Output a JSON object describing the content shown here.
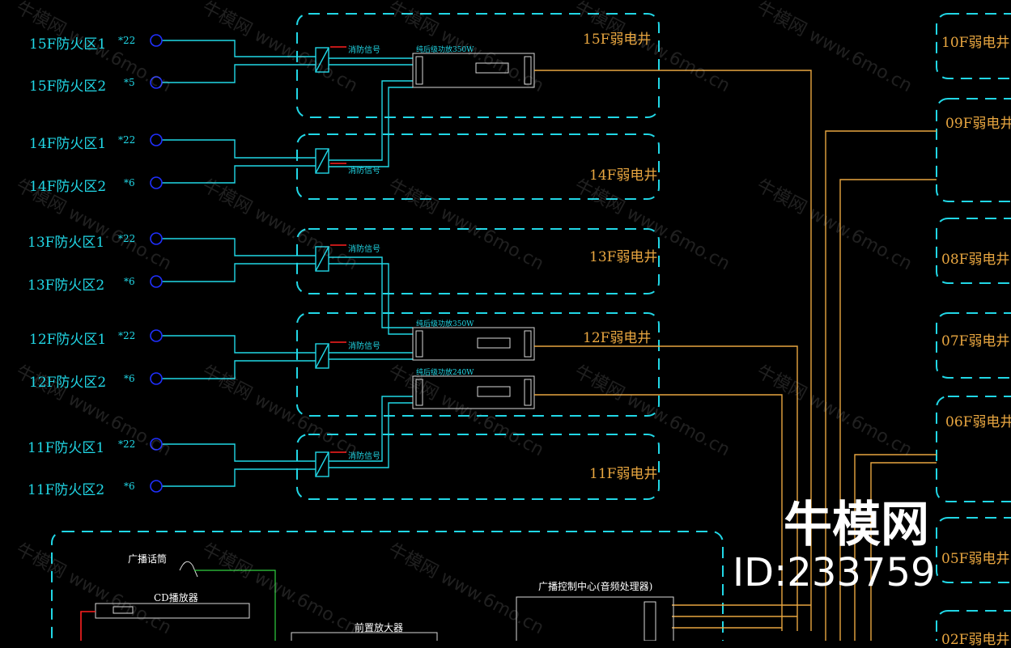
{
  "zones": [
    {
      "floor": "15F",
      "z1": "15F防火区1",
      "c1": "*22",
      "z2": "15F防火区2",
      "c2": "*5"
    },
    {
      "floor": "14F",
      "z1": "14F防火区1",
      "c1": "*22",
      "z2": "14F防火区2",
      "c2": "*6"
    },
    {
      "floor": "13F",
      "z1": "13F防火区1",
      "c1": "*22",
      "z2": "13F防火区2",
      "c2": "*6"
    },
    {
      "floor": "12F",
      "z1": "12F防火区1",
      "c1": "*22",
      "z2": "12F防火区2",
      "c2": "*6"
    },
    {
      "floor": "11F",
      "z1": "11F防火区1",
      "c1": "*22",
      "z2": "11F防火区2",
      "c2": "*6"
    }
  ],
  "shafts_left": [
    "15F弱电井",
    "14F弱电井",
    "13F弱电井",
    "12F弱电井",
    "11F弱电井"
  ],
  "shafts_right": [
    "10F弱电井",
    "09F弱电井",
    "08F弱电井",
    "07F弱电井",
    "06F弱电井",
    "05F弱电井",
    "02F弱电井"
  ],
  "fire_signal": "消防信号",
  "amps": [
    "纯后级功放350W",
    "纯后级功放350W",
    "纯后级功放240W"
  ],
  "equipment": {
    "mic": "广播话筒",
    "cd": "CD播放器",
    "preamp": "前置放大器",
    "control": "广播控制中心(音频处理器)"
  },
  "watermark": {
    "text_cn": "牛模网",
    "text_url": "www.6mo.cn"
  },
  "brand": {
    "name": "牛模网",
    "id": "ID:233759"
  },
  "colors": {
    "cyan": "#21d7e6",
    "orange": "#e8a640",
    "blue": "#2030ff",
    "red": "#ff2020",
    "green": "#30d040"
  }
}
